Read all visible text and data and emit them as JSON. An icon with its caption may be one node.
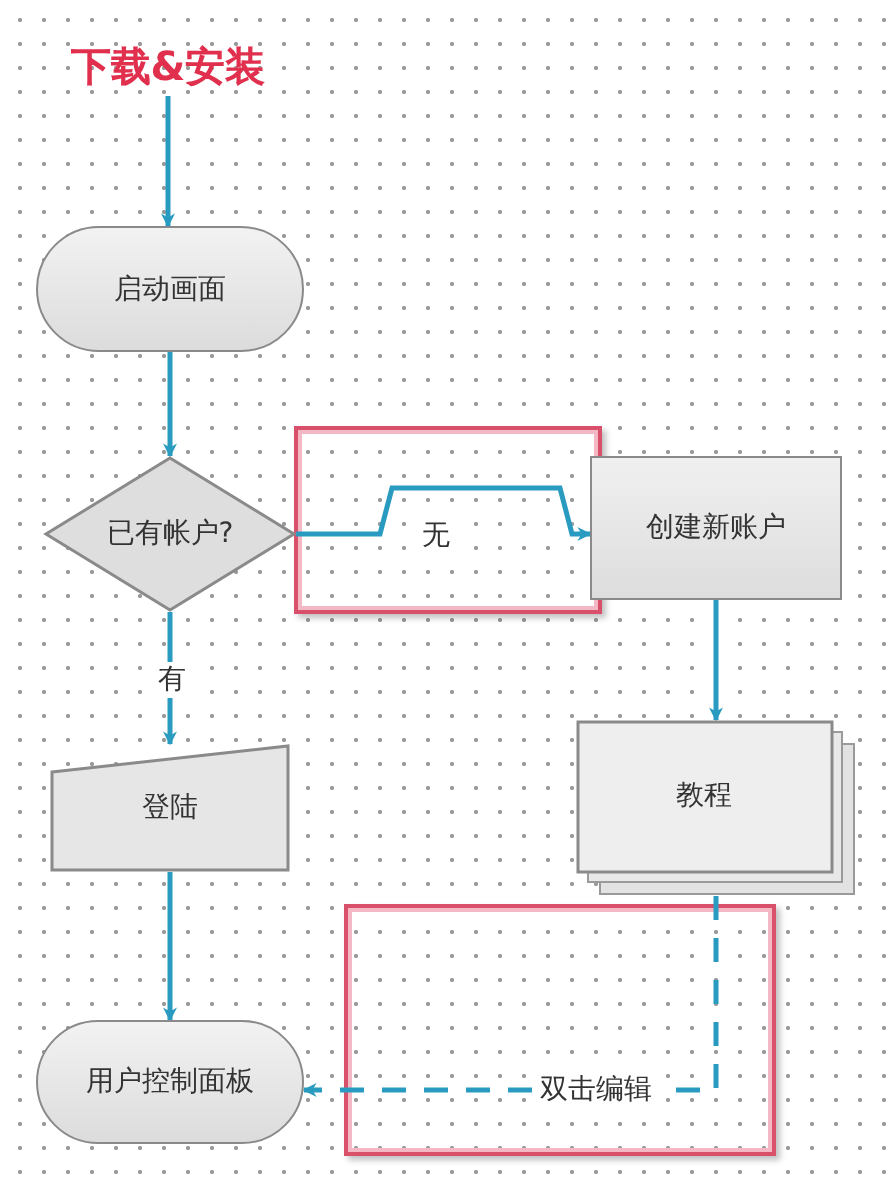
{
  "diagram": {
    "nodes": [
      {
        "text": [
          "下载&安装"
        ]
      },
      {
        "text": [
          "启动画面"
        ]
      },
      {
        "text": [
          "已有帐户?"
        ]
      },
      {
        "text": [
          "创建新账户"
        ]
      },
      {
        "text": [
          "教程"
        ]
      },
      {
        "text": [
          "登陆"
        ]
      },
      {
        "text": [
          "用户控制面板"
        ]
      }
    ],
    "edges": [
      {
        "from": 0,
        "to": 1,
        "arrow": "to"
      },
      {
        "from": 1,
        "to": 2,
        "arrow": "to"
      },
      {
        "from": 2,
        "to": 3,
        "arrow": "to",
        "label": "无"
      },
      {
        "from": 2,
        "to": 5,
        "arrow": "to",
        "label": "有"
      },
      {
        "from": 3,
        "to": 4,
        "arrow": "to"
      },
      {
        "from": 5,
        "to": 6,
        "arrow": "to"
      },
      {
        "from": 4,
        "to": 6,
        "arrow": "to",
        "label": "双击编辑",
        "style": "dashed"
      }
    ]
  }
}
